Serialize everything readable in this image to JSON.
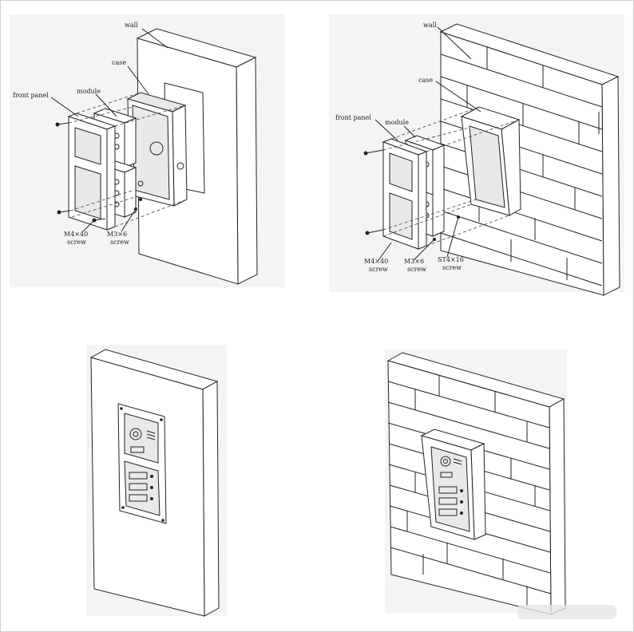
{
  "diagrams": {
    "flush_wall_exploded": {
      "labels": {
        "wall": "wall",
        "case": "case",
        "module": "module",
        "front_panel": "front panel",
        "screw_a_spec": "M4×40",
        "screw_a_word": "screw",
        "screw_b_spec": "M3×6",
        "screw_b_word": "screw"
      }
    },
    "brick_wall_exploded": {
      "labels": {
        "wall": "wall",
        "case": "case",
        "front_panel": "front panel",
        "module": "module",
        "screw_a_spec": "M4×40",
        "screw_a_word": "screw",
        "screw_b_spec": "M3×6",
        "screw_b_word": "screw",
        "screw_c_spec": "ST4×16",
        "screw_c_word": "screw"
      }
    },
    "flush_wall_installed": {},
    "brick_wall_installed": {}
  },
  "colors": {
    "line": "#222222",
    "panel_bg": "#f4f4f4",
    "wall_fill": "#ffffff"
  }
}
